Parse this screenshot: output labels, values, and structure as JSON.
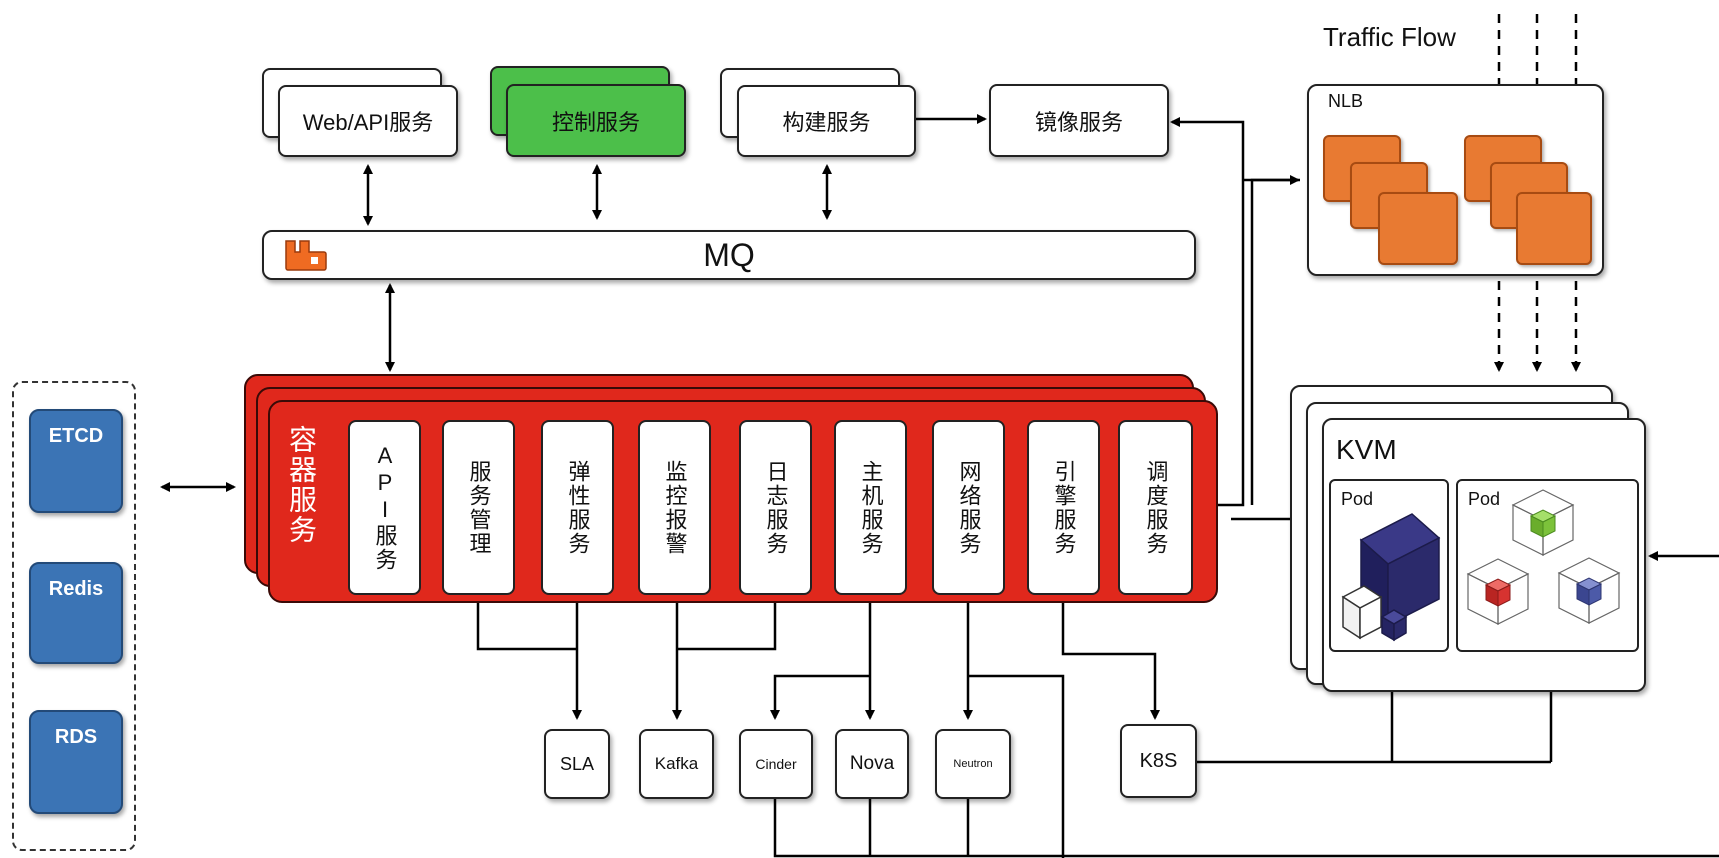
{
  "header": {
    "traffic_flow": "Traffic Flow"
  },
  "top_services": {
    "web_api": "Web/API服务",
    "control": "控制服务",
    "build": "构建服务",
    "image": "镜像服务"
  },
  "mq": {
    "label": "MQ"
  },
  "container": {
    "title": "容器服务",
    "modules": [
      "API服务",
      "服务管理",
      "弹性服务",
      "监控报警",
      "日志服务",
      "主机服务",
      "网络服务",
      "引擎服务",
      "调度服务"
    ]
  },
  "storage": {
    "items": [
      "ETCD",
      "Redis",
      "RDS"
    ]
  },
  "backends": {
    "sla": "SLA",
    "kafka": "Kafka",
    "cinder": "Cinder",
    "nova": "Nova",
    "neutron": "Neutron",
    "k8s": "K8S"
  },
  "nlb": {
    "label": "NLB"
  },
  "kvm": {
    "label": "KVM",
    "pod1": "Pod",
    "pod2": "Pod"
  },
  "colors": {
    "container_red": "#e0281c",
    "control_green": "#4cbf4a",
    "storage_blue": "#3b74b5",
    "nlb_orange": "#e87a32",
    "cube_navy": "#2b2a6b",
    "cube_green": "#7cc23a",
    "cube_red": "#d63330",
    "cube_blue": "#4c5aa8"
  }
}
